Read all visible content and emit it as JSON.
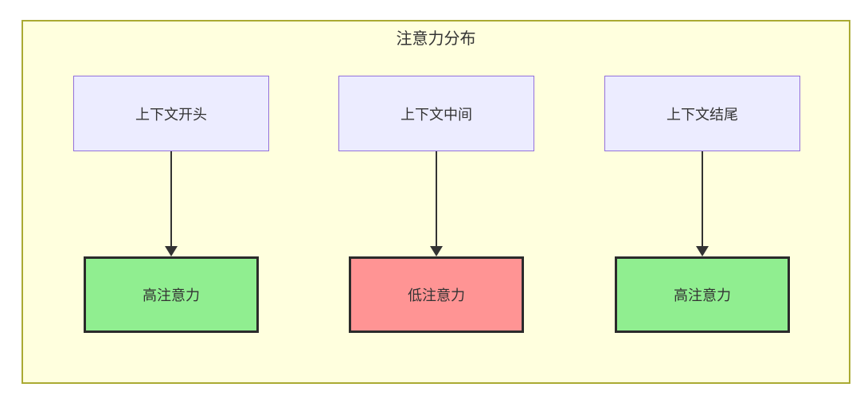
{
  "diagram": {
    "title": "注意力分布",
    "columns": [
      {
        "source": "上下文开头",
        "target": "高注意力",
        "target_type": "high"
      },
      {
        "source": "上下文中间",
        "target": "低注意力",
        "target_type": "low"
      },
      {
        "source": "上下文结尾",
        "target": "高注意力",
        "target_type": "high"
      }
    ],
    "colors": {
      "container_bg": "#ffffde",
      "container_border": "#aaaa33",
      "source_bg": "#ececff",
      "source_border": "#9370db",
      "high_bg": "#90ee90",
      "low_bg": "#ff9494",
      "target_border": "#2b2b2b",
      "arrow": "#333333",
      "text": "#333333"
    }
  }
}
